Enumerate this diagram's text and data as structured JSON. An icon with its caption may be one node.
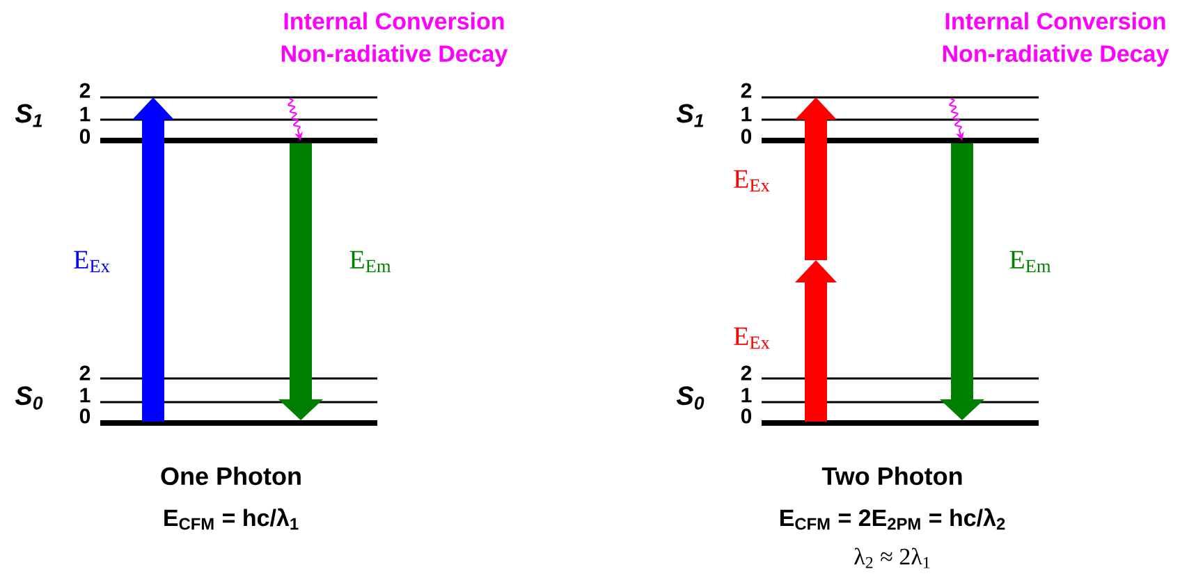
{
  "diagram": {
    "labels": [
      "Internal Conversion",
      "Non-radiative Decay",
      "2",
      "S$_{1}$",
      "1",
      "0",
      "E$_{Ex}$",
      "E$_{Em}$",
      "2",
      "S$_{0}$",
      "1",
      "0",
      "One Photon",
      "E$_{CFM}$ = hc/λ$_{1}$",
      "Internal Conversion",
      "Non-radiative Decay",
      "2",
      "S$_{1}$",
      "1",
      "0",
      "E$_{Ex}$",
      "E$_{Em}$",
      "E$_{Ex}$",
      "2",
      "S$_{0}$",
      "1",
      "0",
      "Two Photon",
      "E$_{CFM}$ = 2E$_{2PM}$ = hc/λ$_{2}$",
      "λ$_{2}$ ≈ 2λ$_{1}$"
    ]
  }
}
